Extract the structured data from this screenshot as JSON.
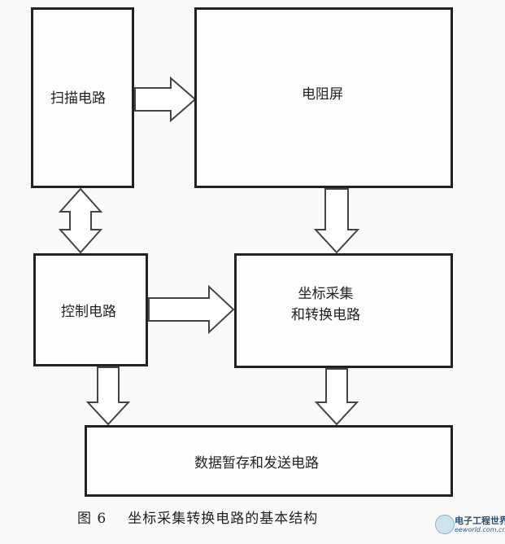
{
  "blocks": {
    "scan": "扫描电路",
    "screen": "电阻屏",
    "control": "控制电路",
    "coord_line1": "坐标采集",
    "coord_line2": "和转换电路",
    "send": "数据暂存和发送电路"
  },
  "caption": {
    "figure_number": "图 6",
    "title": "坐标采集转换电路的基本结构"
  },
  "watermark": {
    "name": "电子工程世界",
    "site": "eeworld.com.cn"
  }
}
